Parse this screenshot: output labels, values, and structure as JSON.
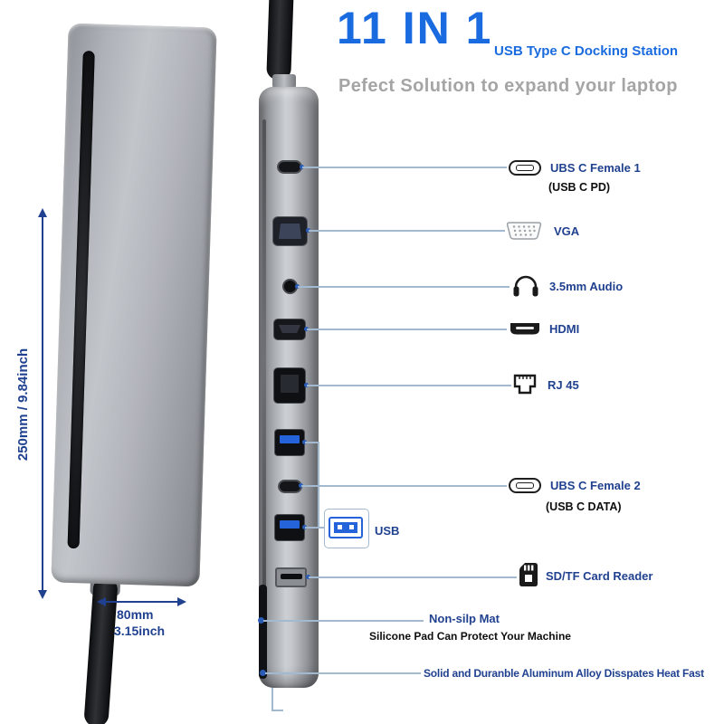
{
  "header": {
    "title": "11 IN 1",
    "subtitle": "USB Type C Docking Station",
    "tagline": "Pefect Solution to expand your laptop"
  },
  "dimensions": {
    "height": "250mm / 9.84inch",
    "width_mm": "80mm",
    "width_inch": "3.15inch"
  },
  "callouts": {
    "usb_c_1": {
      "label": "UBS C Female 1",
      "sub": "(USB C PD)"
    },
    "vga": {
      "label": "VGA"
    },
    "audio": {
      "label": "3.5mm Audio"
    },
    "hdmi": {
      "label": "HDMI"
    },
    "rj45": {
      "label": "RJ 45"
    },
    "usb_c_2": {
      "label": "UBS C Female 2",
      "sub": "(USB C DATA)"
    },
    "usb": {
      "label": "USB"
    },
    "sd": {
      "label": "SD/TF Card Reader"
    },
    "mat": {
      "label": "Non-silp Mat",
      "sub": "Silicone Pad Can Protect Your Machine"
    },
    "alloy": {
      "label": "Solid and Duranble Aluminum Alloy Disspates Heat Fast"
    }
  },
  "icons": {
    "usb_c_1": "usb-c-connector-icon",
    "vga": "vga-connector-icon",
    "audio": "headphones-icon",
    "hdmi": "hdmi-connector-icon",
    "rj45": "rj45-connector-icon",
    "usb_c_2": "usb-c-connector-icon",
    "usb": "usb-a-port-icon",
    "sd": "sd-card-icon"
  },
  "colors": {
    "accent_blue": "#1a6be0",
    "label_navy": "#20418f",
    "tagline_gray": "#a5a5a5",
    "leader_line": "#a3b9cf",
    "leader_dot": "#2b5cb8",
    "usb_blue": "#2463d9"
  }
}
